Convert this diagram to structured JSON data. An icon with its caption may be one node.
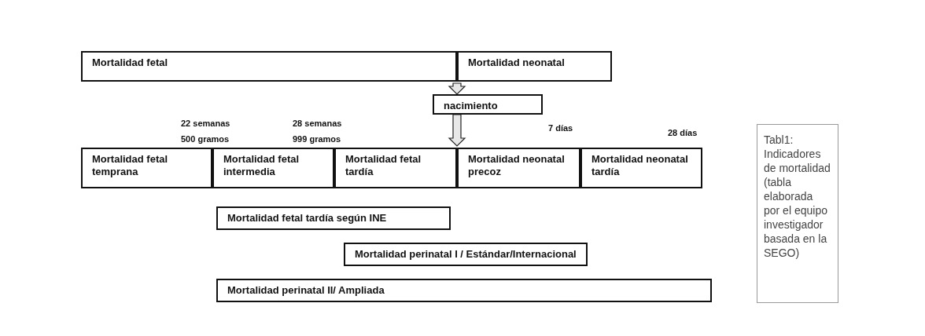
{
  "diagram": {
    "nodes": [
      {
        "text": [
          "Mortalidad fetal"
        ]
      },
      {
        "text": [
          "Mortalidad neonatal"
        ]
      },
      {
        "text": [
          "nacimiento"
        ]
      },
      {
        "text": [
          "Mortalidad fetal temprana"
        ]
      },
      {
        "text": [
          "Mortalidad fetal intermedia"
        ]
      },
      {
        "text": [
          "Mortalidad fetal tardía"
        ]
      },
      {
        "text": [
          "Mortalidad neonatal precoz"
        ]
      },
      {
        "text": [
          "Mortalidad neonatal tardía"
        ]
      },
      {
        "text": [
          "Mortalidad fetal tardía según INE"
        ]
      },
      {
        "text": [
          "Mortalidad perinatal I / Estándar/Internacional"
        ]
      },
      {
        "text": [
          "Mortalidad perinatal II/ Ampliada"
        ]
      },
      {
        "text": [
          "Tabl1: Indicadores de mortalidad (tabla elaborada por el equipo investigador basada en la SEGO)"
        ]
      }
    ],
    "edges": [
      {
        "from": null,
        "to": 2,
        "arrow": "to"
      },
      {
        "from": 2,
        "to": null,
        "arrow": "to"
      }
    ],
    "labels": [
      "22 semanas",
      "28 semanas",
      "7 días",
      "28 días",
      "500 gramos",
      "999 gramos"
    ]
  }
}
